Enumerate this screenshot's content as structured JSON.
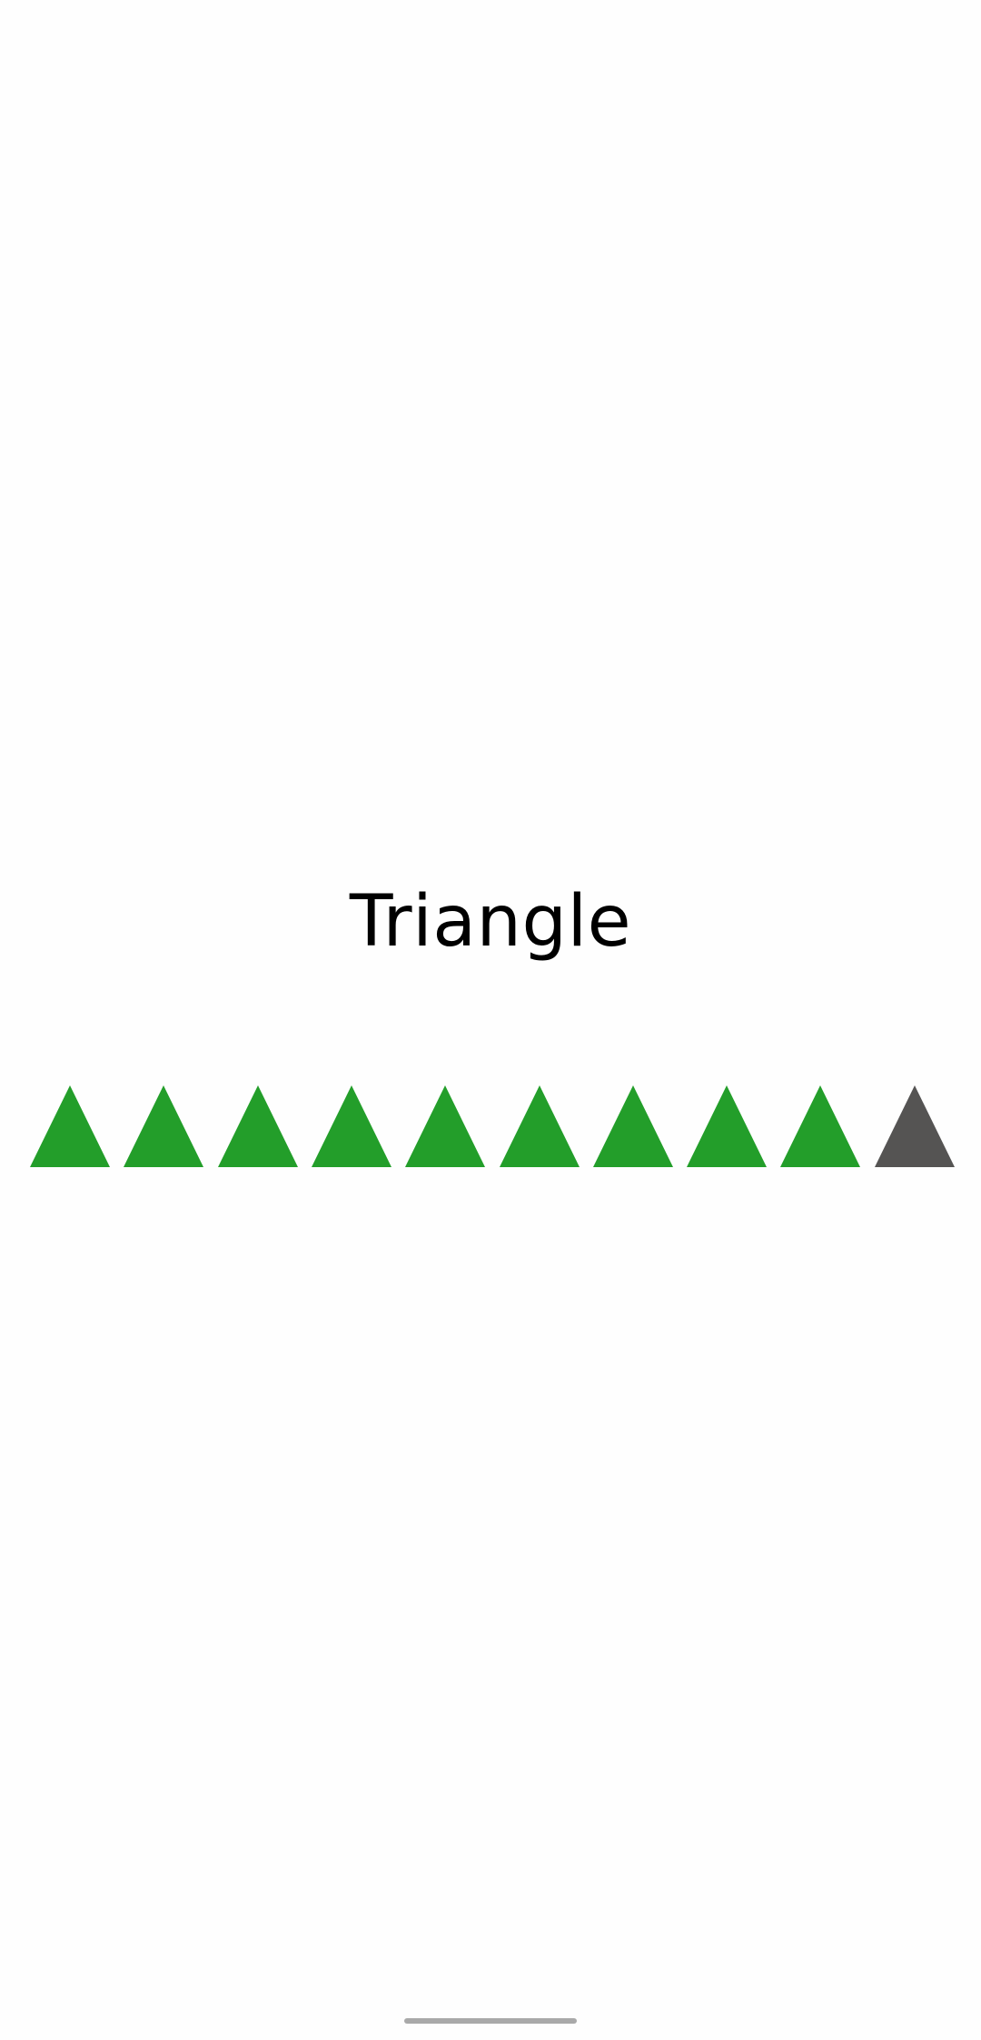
{
  "title": "Triangle",
  "rating": {
    "value": 9,
    "max": 10,
    "filled_color": "#239e2a",
    "empty_color": "#555453",
    "icon": "triangle-icon"
  }
}
